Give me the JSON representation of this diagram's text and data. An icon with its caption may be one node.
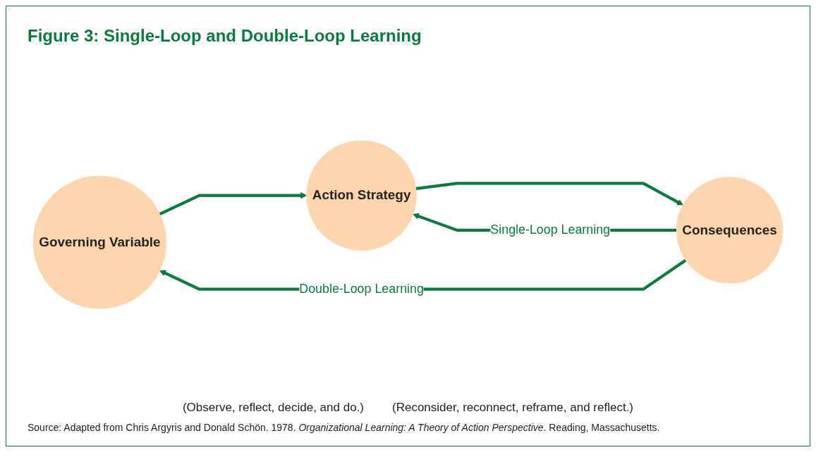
{
  "diagram": {
    "title": "Figure 3:  Single-Loop and Double-Loop Learning",
    "caption": "Source: Adapted from Chris Argyris and Donald Schön. 1978. *Organizational Learning: A Theory of Action Perspective*. Reading, Massachusetts.",
    "nodes": [
      {
        "text": [
          "Governing Variable"
        ]
      },
      {
        "text": [
          "Action Strategy"
        ]
      },
      {
        "text": [
          "Consequences"
        ]
      }
    ],
    "edges": [
      {
        "from": 0,
        "to": 1,
        "arrow": "to"
      },
      {
        "from": 1,
        "to": 2,
        "arrow": "to"
      },
      {
        "from": 2,
        "to": 1,
        "arrow": "to",
        "label": "Single-Loop Learning"
      },
      {
        "from": 2,
        "to": 0,
        "arrow": "to",
        "label": "Double-Loop Learning"
      }
    ],
    "labels": [
      "(Observe, reflect, decide, and do.)",
      "(Reconsider, reconnect, reframe, and reflect.)"
    ]
  }
}
